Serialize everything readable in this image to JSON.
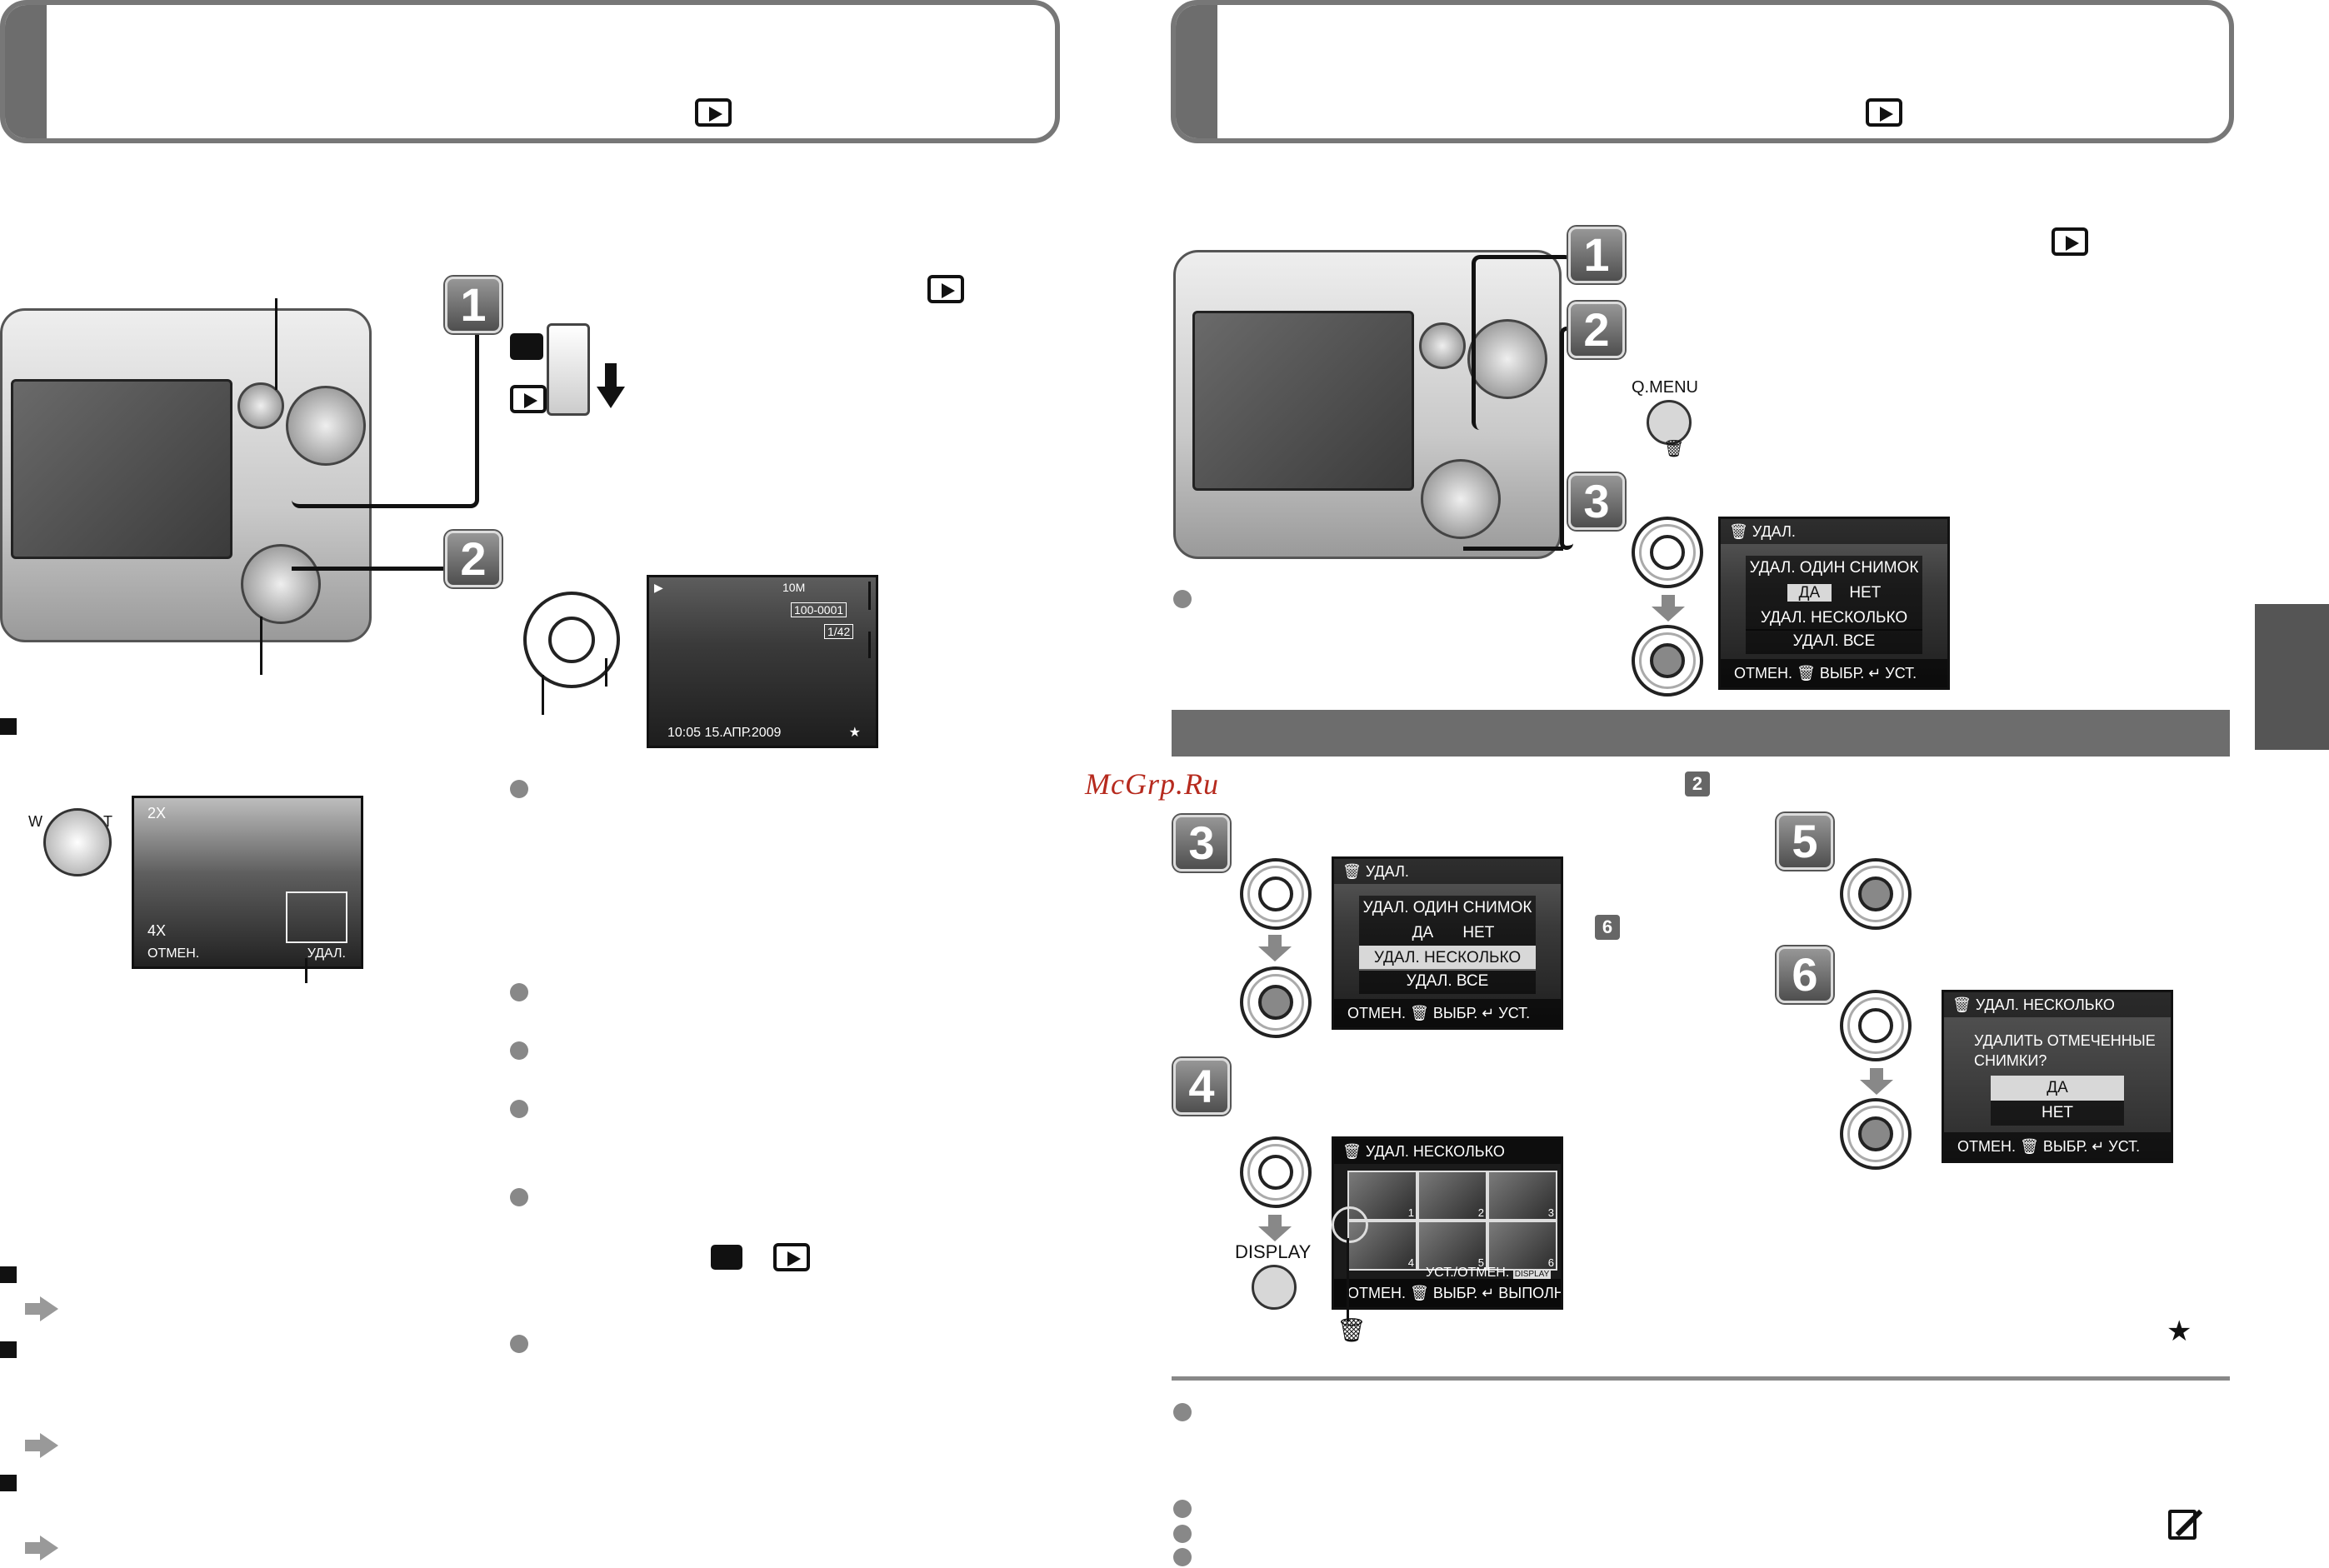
{
  "icons": {
    "play": "play-icon",
    "camera": "camera-icon",
    "trash": "trash-icon",
    "star": "star-icon",
    "edit": "edit-icon",
    "arrow_right": "arrow-right-icon",
    "arrow_down": "arrow-down-icon"
  },
  "watermark": "McGrp.Ru",
  "steps": [
    "1",
    "2",
    "3",
    "4",
    "5",
    "6"
  ],
  "left": {
    "playback_screen": {
      "info_top": "10M",
      "file_no": "100-0001",
      "counter": "1/42",
      "datetime": "10:05  15.АПР.2009",
      "rating": "★"
    },
    "zoom_screen": {
      "zoom_top": "2X",
      "zoom_bottom": "4X",
      "cancel": "ОТМЕН.",
      "delete": "УДАЛ.",
      "w": "W",
      "t": "T"
    }
  },
  "right": {
    "q_menu_label": "Q.MENU",
    "display_label": "DISPLAY",
    "delete_menu": {
      "title": "УДАЛ.",
      "single": "УДАЛ. ОДИН СНИМОК",
      "yes": "ДА",
      "no": "НЕТ",
      "multi": "УДАЛ. НЕСКОЛЬКО",
      "all": "УДАЛ. ВСЕ",
      "footer": "ОТМЕН. 🗑 ВЫБР. ↵ УСТ."
    },
    "multi_screen": {
      "title": "УДАЛ. НЕСКОЛЬКО",
      "set_cancel": "УСТ./ОТМЕН.",
      "display_tag": "DISPLAY",
      "footer": "ОТМЕН. 🗑 ВЫБР. ↵ ВЫПОЛН.",
      "thumb_numbers": [
        "1",
        "2",
        "3",
        "4",
        "5",
        "6"
      ]
    },
    "confirm_screen": {
      "title": "УДАЛ. НЕСКОЛЬКО",
      "question_line1": "УДАЛИТЬ ОТМЕЧЕННЫЕ",
      "question_line2": "СНИМКИ?",
      "yes": "ДА",
      "no": "НЕТ",
      "footer": "ОТМЕН. 🗑 ВЫБР. ↵ УСТ."
    },
    "ref_2": "2",
    "ref_6": "6",
    "star": "★"
  }
}
